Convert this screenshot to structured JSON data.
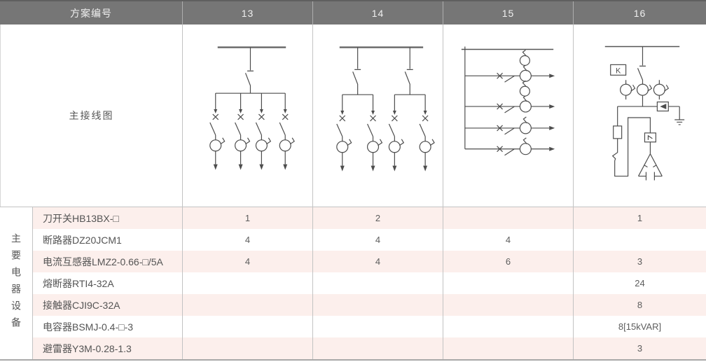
{
  "table": {
    "header": {
      "scheme_label": "方案编号",
      "columns": [
        "13",
        "14",
        "15",
        "16"
      ]
    },
    "diagram_row_label": "主接线图",
    "section_label_vertical": "主要电器设备",
    "equipment_rows": [
      {
        "name": "刀开关HB13BX-□",
        "values": [
          "1",
          "2",
          "",
          "1"
        ]
      },
      {
        "name": "断路器DZ20JCM1",
        "values": [
          "4",
          "4",
          "4",
          ""
        ]
      },
      {
        "name": "电流互感器LMZ2-0.66-□/5A",
        "values": [
          "4",
          "4",
          "6",
          "3"
        ]
      },
      {
        "name": "熔断器RTI4-32A",
        "values": [
          "",
          "",
          "",
          "24"
        ]
      },
      {
        "name": "接触器CJI9C-32A",
        "values": [
          "",
          "",
          "",
          "8"
        ]
      },
      {
        "name": "电容器BSMJ-0.4-□-3",
        "values": [
          "",
          "",
          "",
          "8[15kVAR]"
        ]
      },
      {
        "name": "避雷器Y3M-0.28-1.3",
        "values": [
          "",
          "",
          "",
          "3"
        ]
      }
    ],
    "diagrams": {
      "k_label": "K",
      "scheme13": "busbar with one knife switch feeding 4 breaker-CT feeders",
      "scheme14": "busbar with two knife switches each feeding 2 breaker-CT feeders",
      "scheme15": "vertical riser with 4 horizontal breaker feeders and 6 CTs",
      "scheme16": "capacitor compensation circuit: K relay box, 3 CTs, arrester, fuse, contactor, delta capacitor bank"
    },
    "colors": {
      "header_bg": "#767676",
      "header_text": "#f0f0f0",
      "row_pink": "#fcefec",
      "border": "#c3c3c3",
      "diagram_stroke": "#4d4d4d",
      "bottom_bar": "#a8a8a8"
    }
  }
}
